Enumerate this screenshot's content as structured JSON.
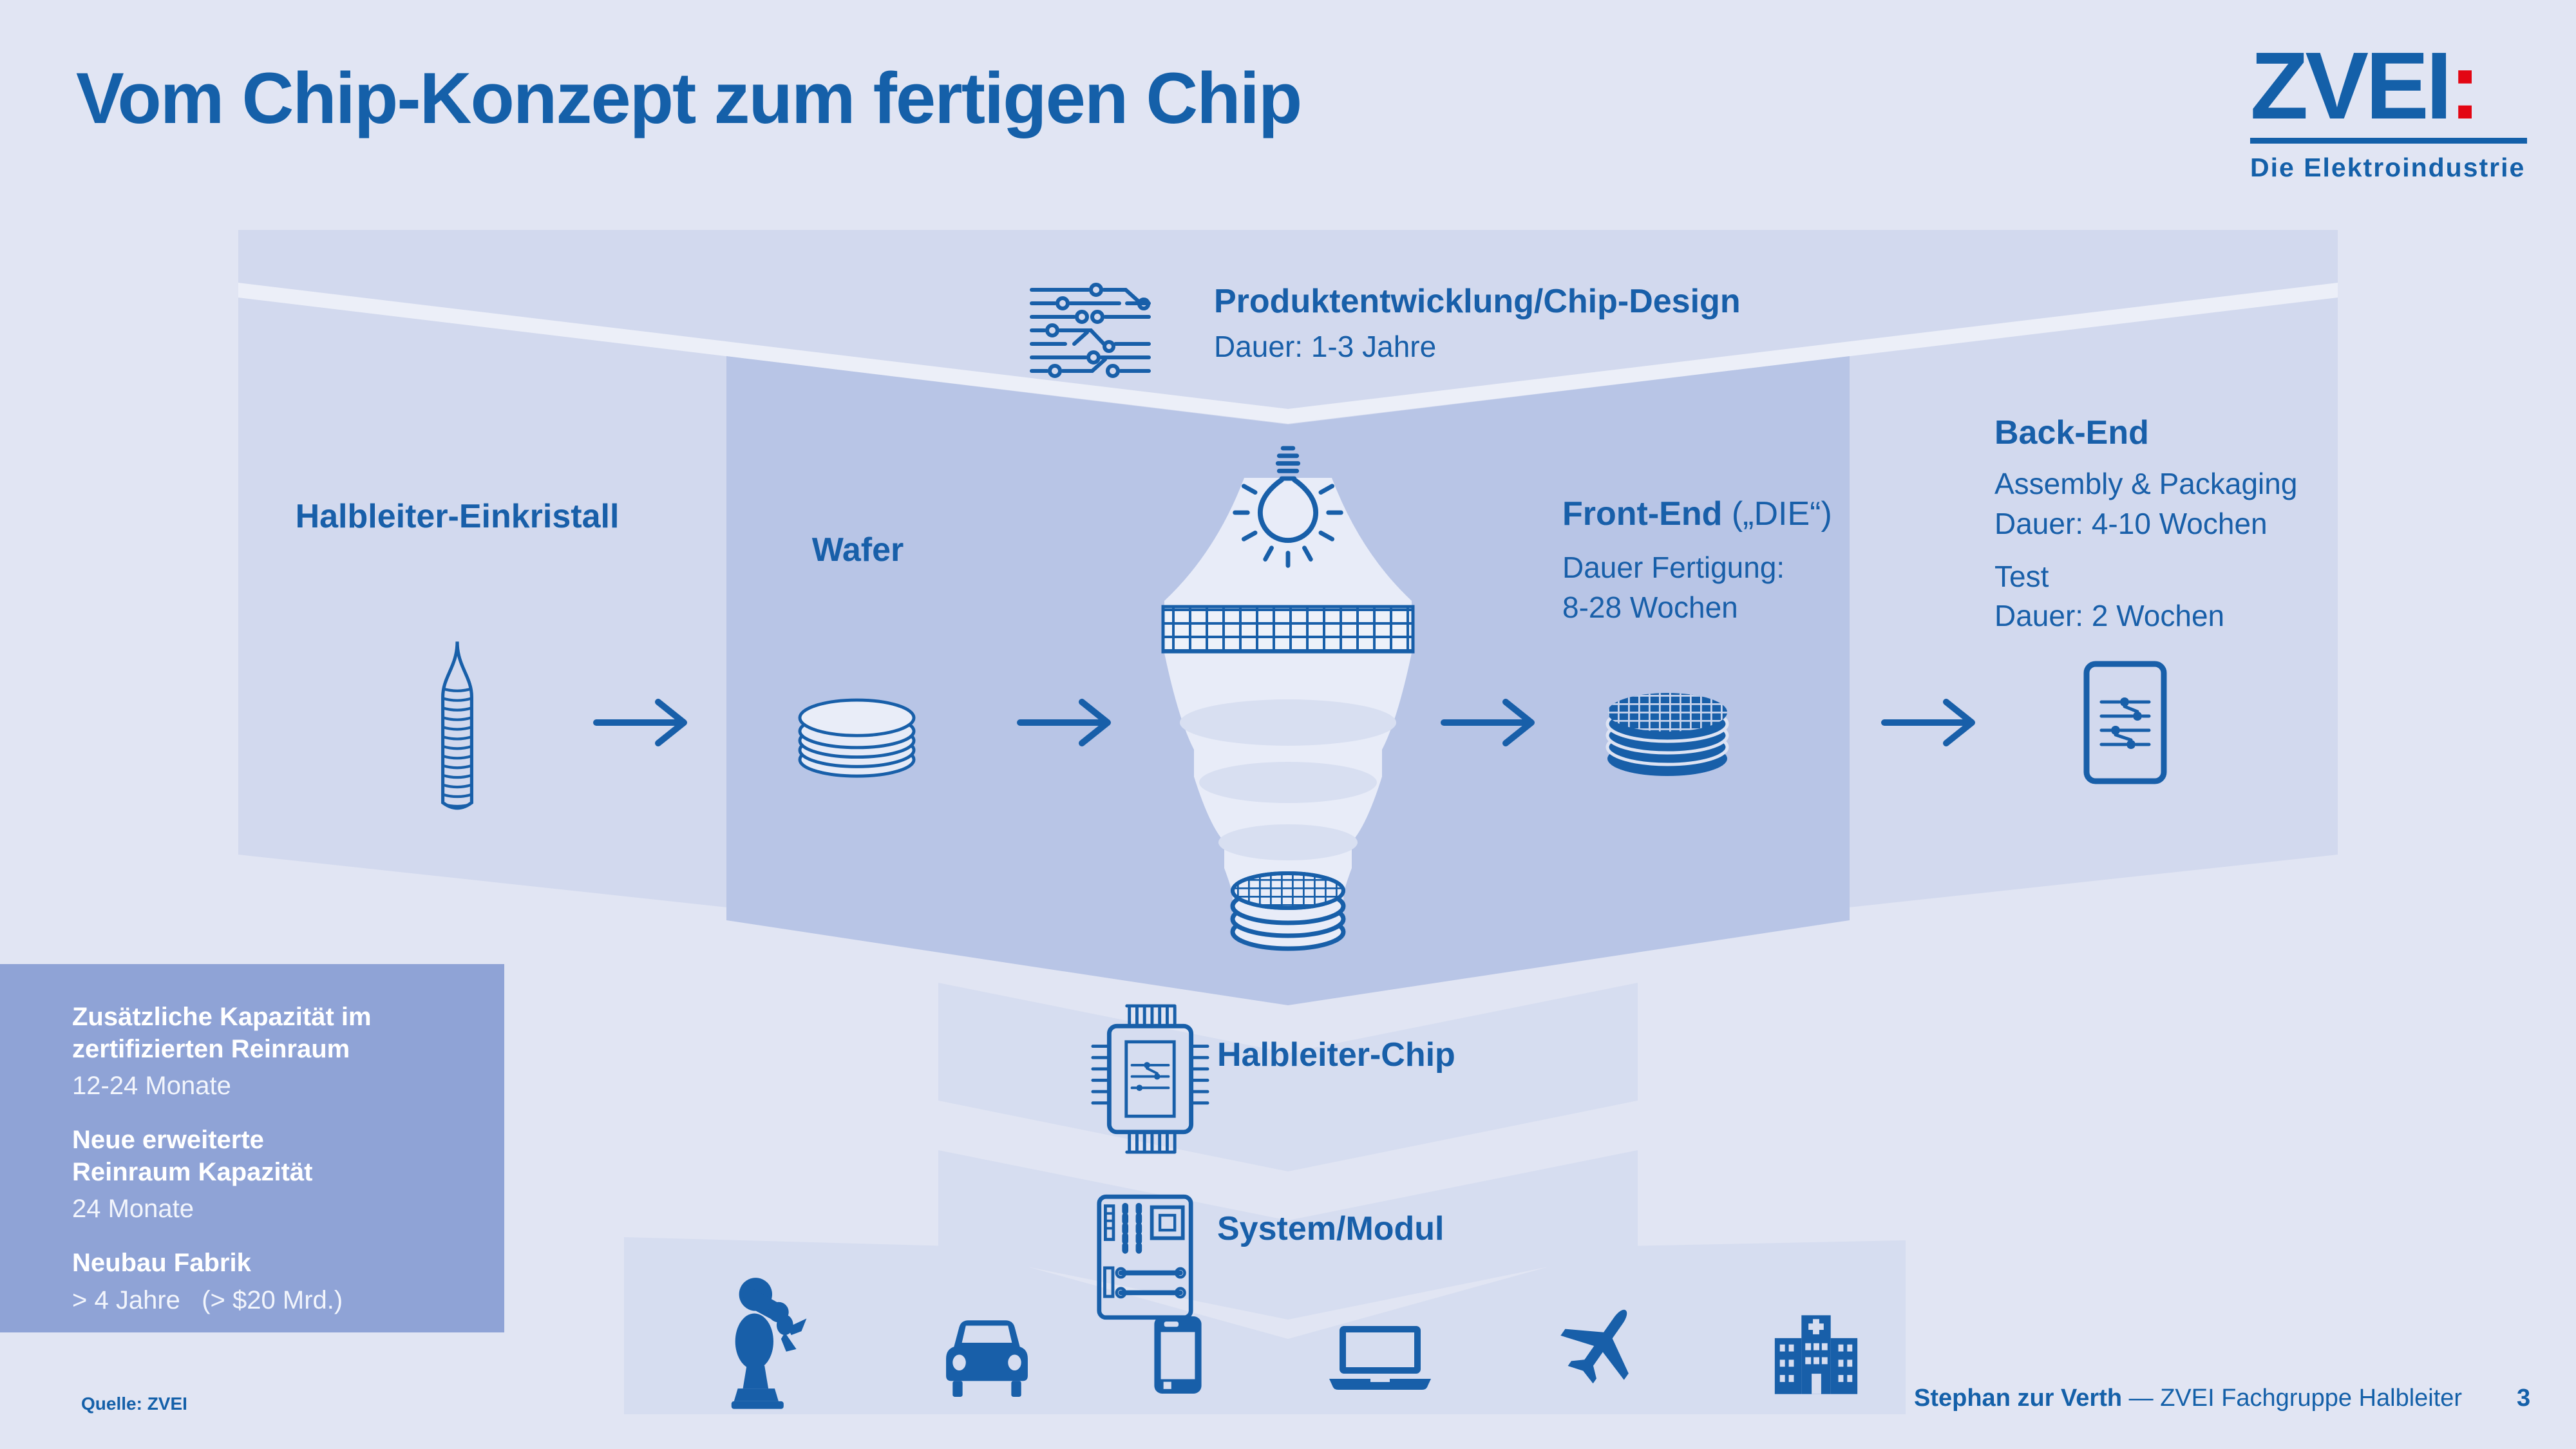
{
  "slide": {
    "title": "Vom Chip-Konzept zum fertigen Chip",
    "source": "Quelle: ZVEI",
    "footer": {
      "author": "Stephan zur Verth",
      "separator": " — ",
      "org": "ZVEI Fachgruppe Halbleiter",
      "page": "3"
    }
  },
  "logo": {
    "name": "ZVEI",
    "colon": ":",
    "tagline": "Die Elektroindustrie"
  },
  "stages": {
    "design": {
      "heading": "Produktentwicklung/Chip-Design",
      "duration": "Dauer: 1-3 Jahre"
    },
    "einkristall": {
      "label": "Halbleiter-Einkristall"
    },
    "wafer": {
      "label": "Wafer"
    },
    "frontend": {
      "heading": "Front-End",
      "suffix": " („DIE“)",
      "line1": "Dauer Fertigung:",
      "line2": "8-28 Wochen"
    },
    "backend": {
      "heading": "Back-End",
      "line1": "Assembly & Packaging",
      "line2": "Dauer: 4-10 Wochen",
      "line3": "Test",
      "line4": "Dauer: 2 Wochen"
    },
    "chip": {
      "label": "Halbleiter-Chip"
    },
    "modul": {
      "label": "System/Modul"
    }
  },
  "capacity_box": {
    "items": [
      {
        "line1": "Zusätzliche Kapazität im",
        "line2": "zertifizierten Reinraum",
        "value": "12-24 Monate"
      },
      {
        "line1": "Neue erweiterte",
        "line2": "Reinraum Kapazität",
        "value": "24 Monate"
      },
      {
        "line1": "Neubau Fabrik",
        "line2": "",
        "value": "> 4 Jahre   (> $20 Mrd.)"
      }
    ]
  },
  "applications": [
    "robot-arm",
    "car",
    "smartphone",
    "laptop",
    "airplane",
    "hospital"
  ],
  "colors": {
    "accent_blue": "#185FA9",
    "logo_red": "#E30613",
    "background": "#E1E5F3",
    "band_light": "#D2D9EE",
    "band_mid": "#B8C5E6",
    "band_strip": "#D6DDF0",
    "sidebar_box": "#8FA3D6"
  }
}
